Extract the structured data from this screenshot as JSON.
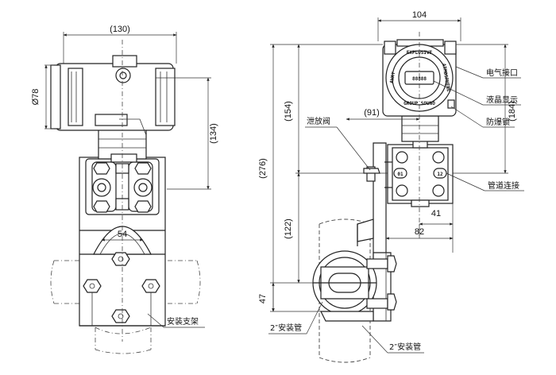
{
  "left_view": {
    "dims": {
      "width_130": "(130)",
      "dia_78": "Ø78",
      "height_134": "(134)",
      "span_54": "54"
    },
    "labels": {
      "bracket": "安装支架"
    }
  },
  "right_view": {
    "dims": {
      "width_104": "104",
      "height_154": "(154)",
      "dist_91": "(91)",
      "height_276": "(276)",
      "height_184": "(184)",
      "height_122": "(122)",
      "dist_41": "41",
      "dist_82": "82",
      "dist_47": "47"
    },
    "labels": {
      "electrical": "电气接口",
      "lcd": "液晶显示",
      "explosion_lock": "防爆锁",
      "vent_valve": "泄放阀",
      "pipe_connect": "管道连接",
      "pipe_left": "2″安装管",
      "pipe_bottom": "2″安装管"
    },
    "housing_text": {
      "ring_top": "EXPLOSIVE",
      "ring_right": "ATMOSPHERE",
      "ring_left": "AWAY",
      "ring_bottom": "GROUP SOUNO",
      "display": "88888"
    },
    "flange_tags": {
      "left": "01",
      "right": "12"
    }
  }
}
